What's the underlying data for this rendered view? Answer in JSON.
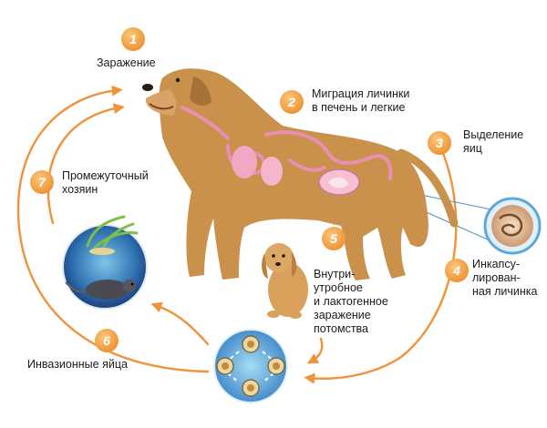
{
  "colors": {
    "arrow": "#f0923a",
    "badge": "#f3a64c",
    "dog_fur": "#c9914c",
    "organs": "#f2a7c3",
    "inset_ring": "#5ea8d8"
  },
  "steps": [
    {
      "number": "1",
      "label": "Заражение"
    },
    {
      "number": "2",
      "label": "Миграция личинки\nв печень и легкие"
    },
    {
      "number": "3",
      "label": "Выделение\nяиц"
    },
    {
      "number": "4",
      "label": "Инкапсу-\nлирован-\nная личинка"
    },
    {
      "number": "5",
      "label": "Внутри-\nутробное\nи лактогенное\nзаражение\nпотомства"
    },
    {
      "number": "6",
      "label": "Инвазионные яйца"
    },
    {
      "number": "7",
      "label": "Промежуточный\nхозяин"
    }
  ],
  "icons": {
    "dog": "adult-dog-illustration",
    "puppy": "puppy-illustration",
    "rat": "rat-on-grass-illustration",
    "eggs": "roundworm-eggs-illustration",
    "larva": "encapsulated-larva-illustration"
  }
}
